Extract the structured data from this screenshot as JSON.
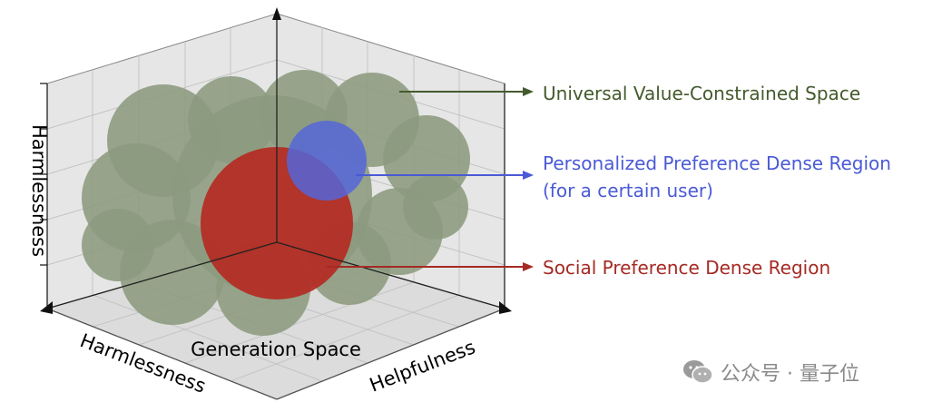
{
  "labels": {
    "universal": "Universal Value-Constrained Space",
    "personalized_line1": "Personalized Preference Dense Region",
    "personalized_line2": "(for a certain user)",
    "social": "Social Preference Dense Region"
  },
  "axes": {
    "vertical": "Harmlessness",
    "left": "Harmlessness",
    "center": "Generation Space",
    "right": "Helpfulness"
  },
  "colors": {
    "universal": "#445a2c",
    "personalized": "#4a5ad6",
    "social": "#a52a24",
    "cloud": "#8c9b7e",
    "red_region": "#b42a22",
    "blue_region": "#5566d8"
  },
  "watermark": {
    "text": "公众号 · 量子位",
    "icon": "wechat-icon"
  }
}
